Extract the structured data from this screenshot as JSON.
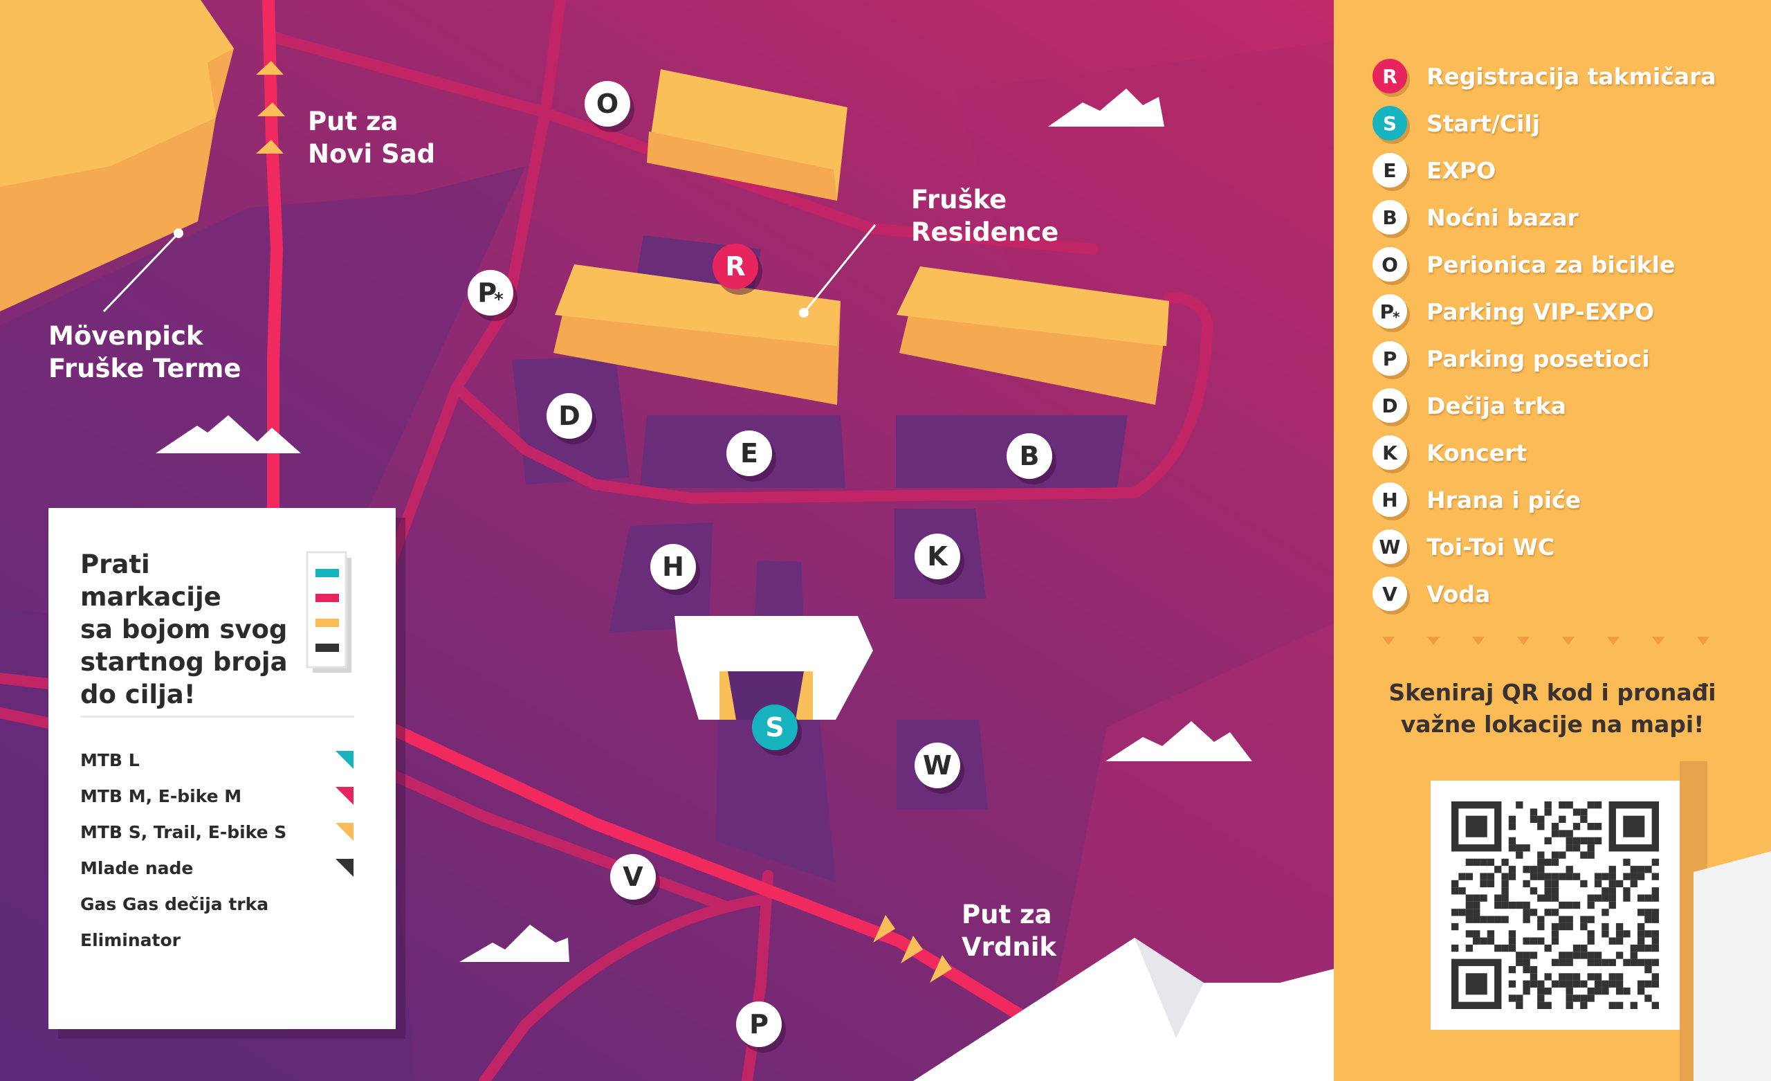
{
  "places": {
    "movenpick": "Mövenpick\nFruške Terme",
    "novi_sad": "Put za\nNovi Sad",
    "fruske_residence": "Fruške\nResidence",
    "vrdnik": "Put za\nVrdnik"
  },
  "map_markers": [
    {
      "id": "o",
      "letter": "O",
      "style": "white"
    },
    {
      "id": "r",
      "letter": "R",
      "style": "red"
    },
    {
      "id": "pvip",
      "letter": "P",
      "style": "white",
      "star": "*"
    },
    {
      "id": "d",
      "letter": "D",
      "style": "white"
    },
    {
      "id": "e",
      "letter": "E",
      "style": "white"
    },
    {
      "id": "b",
      "letter": "B",
      "style": "white"
    },
    {
      "id": "h",
      "letter": "H",
      "style": "white"
    },
    {
      "id": "k",
      "letter": "K",
      "style": "white"
    },
    {
      "id": "s",
      "letter": "S",
      "style": "teal"
    },
    {
      "id": "w",
      "letter": "W",
      "style": "white"
    },
    {
      "id": "v",
      "letter": "V",
      "style": "white"
    },
    {
      "id": "p",
      "letter": "P",
      "style": "white"
    }
  ],
  "route_card": {
    "heading": "Prati markacije\nsa bojom svog\nstartnog broja\ndo cilja!",
    "swatch_colors": [
      "#17b3bf",
      "#e8245f",
      "#fbbb56",
      "#333333"
    ],
    "routes": [
      {
        "label": "MTB L",
        "color": "#17b3bf"
      },
      {
        "label": "MTB M, E-bike M",
        "color": "#e8245f"
      },
      {
        "label": "MTB S, Trail, E-bike S",
        "color": "#fbbb56"
      },
      {
        "label": "Mlade nade",
        "color": "#333333"
      },
      {
        "label": "Gas Gas dečija trka",
        "color": ""
      },
      {
        "label": "Eliminator",
        "color": ""
      }
    ]
  },
  "legend": {
    "items": [
      {
        "letter": "R",
        "label": "Registracija takmičara",
        "style": "red"
      },
      {
        "letter": "S",
        "label": "Start/Cilj",
        "style": "teal"
      },
      {
        "letter": "E",
        "label": "EXPO",
        "style": "white"
      },
      {
        "letter": "B",
        "label": "Noćni bazar",
        "style": "white"
      },
      {
        "letter": "O",
        "label": "Perionica za bicikle",
        "style": "white"
      },
      {
        "letter": "P",
        "label": "Parking VIP-EXPO",
        "style": "white",
        "star": "*"
      },
      {
        "letter": "P",
        "label": "Parking posetioci",
        "style": "white"
      },
      {
        "letter": "D",
        "label": "Dečija trka",
        "style": "white"
      },
      {
        "letter": "K",
        "label": "Koncert",
        "style": "white"
      },
      {
        "letter": "H",
        "label": "Hrana i piće",
        "style": "white"
      },
      {
        "letter": "W",
        "label": "Toi-Toi WC",
        "style": "white"
      },
      {
        "letter": "V",
        "label": "Voda",
        "style": "white"
      }
    ],
    "qr_text": "Skeniraj QR kod i pronađi\nvažne lokacije na mapi!"
  },
  "colors": {
    "accent_red": "#e8245f",
    "accent_teal": "#17b3bf",
    "building": "#fbbf5a",
    "panel": "#fbbb56"
  }
}
